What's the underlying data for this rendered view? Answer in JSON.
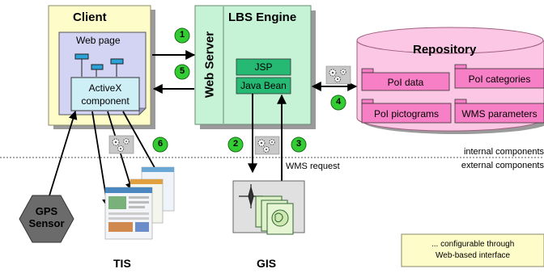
{
  "client": {
    "title": "Client",
    "web_page": "Web page",
    "activex_line1": "ActiveX",
    "activex_line2": "component"
  },
  "lbs": {
    "title": "LBS Engine",
    "web_server": "Web Server",
    "jsp": "JSP",
    "java_bean": "Java Bean"
  },
  "repository": {
    "title": "Repository",
    "items": [
      "PoI data",
      "PoI categories",
      "PoI pictograms",
      "WMS parameters"
    ]
  },
  "steps": [
    "1",
    "2",
    "3",
    "4",
    "5",
    "6"
  ],
  "boundary": {
    "internal": "internal components",
    "external": "external components"
  },
  "wms_request": "WMS request",
  "gps": {
    "line1": "GPS",
    "line2": "Sensor"
  },
  "tis": "TIS",
  "gis": "GIS",
  "legend": {
    "line1": "... configurable through",
    "line2": "Web-based interface"
  },
  "colors": {
    "client_fill": "#fefdc9",
    "webpage_fill": "#d3d3f4",
    "activex_fill": "#cfeff7",
    "lbs_fill": "#c6f2d6",
    "engine_box_fill": "#25b974",
    "repo_fill": "#fcc7e4",
    "repo_item_fill": "#f77fc5",
    "step_fill": "#33cc33",
    "gps_fill": "#6b6b6b",
    "legend_fill": "#fefdc9"
  },
  "icons": [
    "gear-cluster-icon",
    "map-document-icon",
    "website-screenshot-icon",
    "compass-icon"
  ]
}
